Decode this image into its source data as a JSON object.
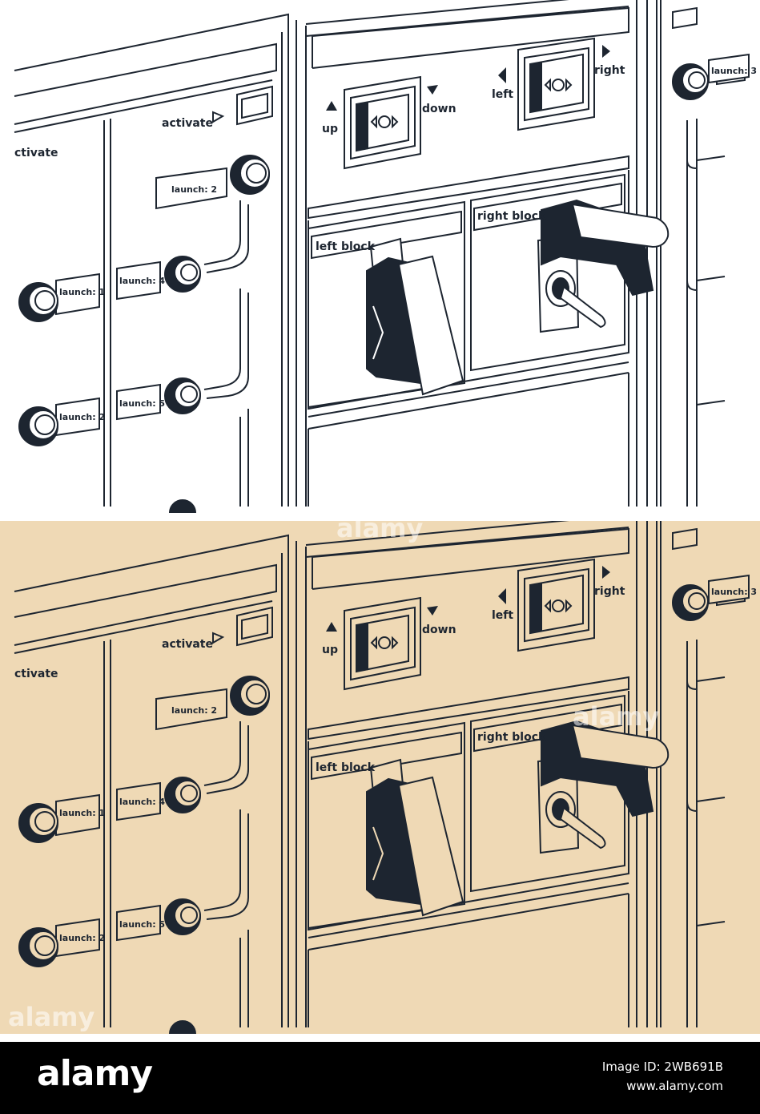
{
  "panels": [
    {
      "id": "mono",
      "background": "#ffffff"
    },
    {
      "id": "tinted",
      "background": "#efd9b5"
    }
  ],
  "colors": {
    "ink": "#1d2530",
    "tint": "#efd9b5",
    "white": "#ffffff"
  },
  "labels": {
    "activate_left": "ctivate",
    "activate": "activate",
    "launch_1": "launch: 1",
    "launch_2_top": "launch: 2",
    "launch_2_bottom": "launch: 2",
    "launch_3": "launch: 3",
    "launch_4": "launch: 4",
    "launch_5": "launch: 5",
    "up": "up",
    "down": "down",
    "left": "left",
    "right": "right",
    "left_block": "left block",
    "right_block": "right block"
  },
  "watermarks": [
    "alamy",
    "alamy",
    "alamy"
  ],
  "footer": {
    "logo": "alamy",
    "image_id": "Image ID: 2WB691B",
    "site": "www.alamy.com"
  }
}
